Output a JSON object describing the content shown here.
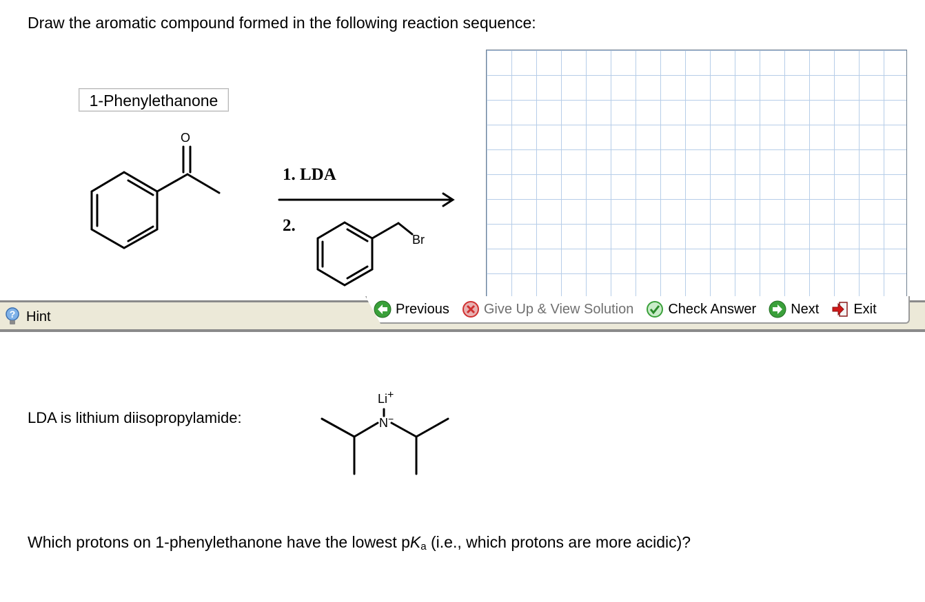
{
  "question": {
    "title": "Draw the aromatic compound formed in the following reaction sequence:",
    "reactant_label": "1-Phenylethanone"
  },
  "reaction": {
    "oxygen": "O",
    "step1": "1.  LDA",
    "step2": "2.",
    "bromine": "Br"
  },
  "toolbar": {
    "hint": "Hint",
    "previous": "Previous",
    "give_up": "Give Up & View Solution",
    "check": "Check Answer",
    "next": "Next",
    "exit": "Exit"
  },
  "hint_content": {
    "lda_text": "LDA is lithium diisopropylamide:",
    "lithium": "Li",
    "li_charge": "+",
    "nitrogen": "N",
    "n_charge": "−",
    "question_pre": "Which protons on 1-phenylethanone have the lowest p",
    "question_k": "K",
    "question_a": "a",
    "question_post": " (i.e., which protons are more acidic)?"
  },
  "colors": {
    "grid": "#b6cde8",
    "toolbar_bg": "#ece9d8",
    "next_green": "#3aa03a",
    "giveup_red": "#d03030",
    "exit_red": "#d01818"
  }
}
